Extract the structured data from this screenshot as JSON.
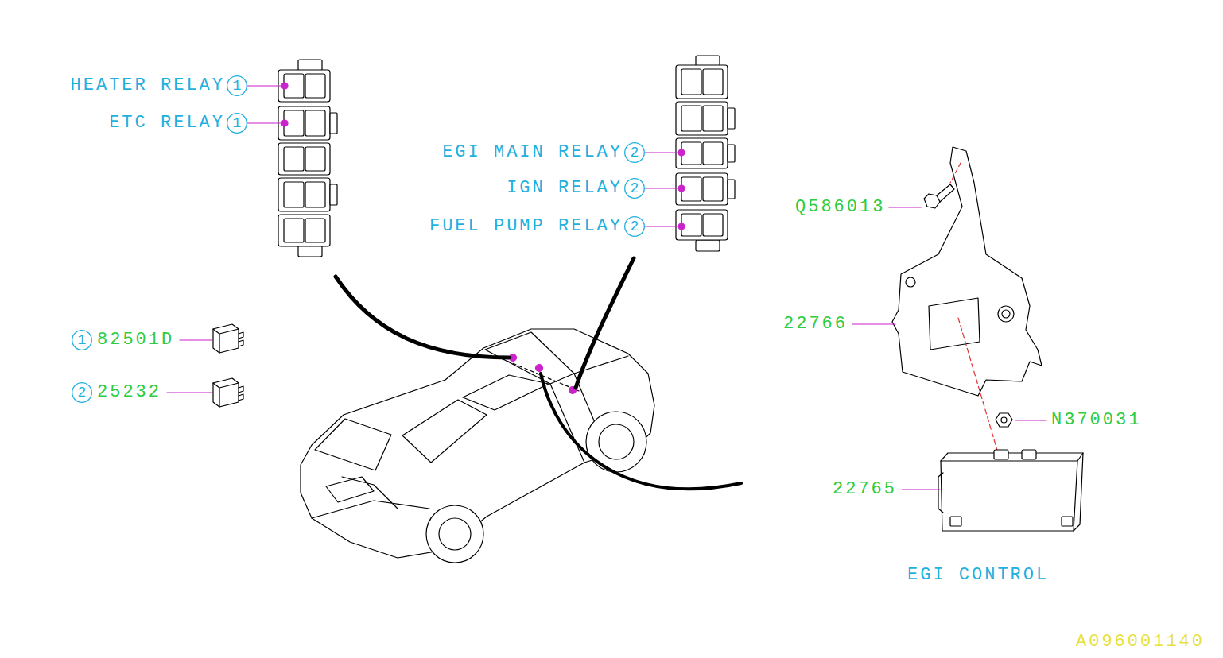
{
  "diagram": {
    "nodes": [
      {
        "text": [
          "1"
        ]
      },
      {
        "text": [
          "1"
        ]
      },
      {
        "text": [
          "2"
        ]
      },
      {
        "text": [
          "2"
        ]
      },
      {
        "text": [
          "2"
        ]
      },
      {
        "text": [
          "1"
        ]
      },
      {
        "text": [
          "2"
        ]
      }
    ],
    "edges": [],
    "labels": [
      "HEATER RELAY",
      "ETC RELAY",
      "EGI MAIN RELAY",
      "IGN RELAY",
      "FUEL PUMP RELAY",
      "82501D",
      "25232",
      "Q586013",
      "22766",
      "N370031",
      "22765",
      "EGI CONTROL",
      "A096001140"
    ]
  }
}
